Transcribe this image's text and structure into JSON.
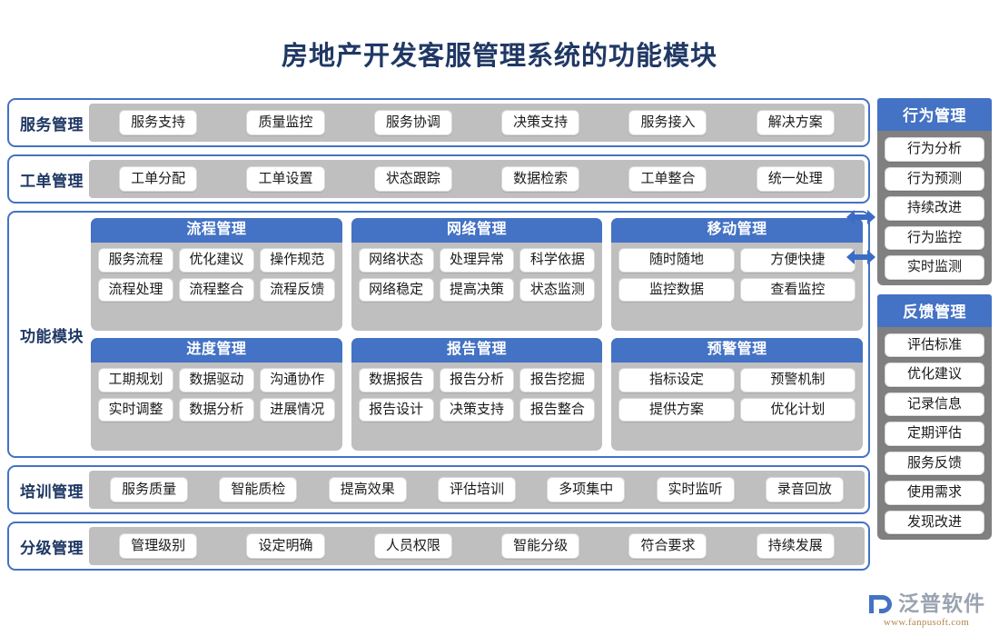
{
  "title": "房地产开发客服管理系统的功能模块",
  "colors": {
    "title": "#203864",
    "accent_blue": "#4472C4",
    "band_gray": "#BFBFBF",
    "panel_gray": "#808080"
  },
  "rows_top": [
    {
      "label": "服务管理",
      "items": [
        "服务支持",
        "质量监控",
        "服务协调",
        "决策支持",
        "服务接入",
        "解决方案"
      ]
    },
    {
      "label": "工单管理",
      "items": [
        "工单分配",
        "工单设置",
        "状态跟踪",
        "数据检索",
        "工单整合",
        "统一处理"
      ]
    }
  ],
  "function_panel": {
    "label": "功能模块",
    "cards": [
      {
        "head": "流程管理",
        "row1": [
          "服务流程",
          "优化建议",
          "操作规范"
        ],
        "row2": [
          "流程处理",
          "流程整合",
          "流程反馈"
        ]
      },
      {
        "head": "网络管理",
        "row1": [
          "网络状态",
          "处理异常",
          "科学依据"
        ],
        "row2": [
          "网络稳定",
          "提高决策",
          "状态监测"
        ]
      },
      {
        "head": "移动管理",
        "row1": [
          "随时随地",
          "方便快捷"
        ],
        "row2": [
          "监控数据",
          "查看监控"
        ]
      },
      {
        "head": "进度管理",
        "row1": [
          "工期规划",
          "数据驱动",
          "沟通协作"
        ],
        "row2": [
          "实时调整",
          "数据分析",
          "进展情况"
        ]
      },
      {
        "head": "报告管理",
        "row1": [
          "数据报告",
          "报告分析",
          "报告挖掘"
        ],
        "row2": [
          "报告设计",
          "决策支持",
          "报告整合"
        ]
      },
      {
        "head": "预警管理",
        "row1": [
          "指标设定",
          "预警机制"
        ],
        "row2": [
          "提供方案",
          "优化计划"
        ]
      }
    ]
  },
  "rows_bottom": [
    {
      "label": "培训管理",
      "items": [
        "服务质量",
        "智能质检",
        "提高效果",
        "评估培训",
        "多项集中",
        "实时监听",
        "录音回放"
      ]
    },
    {
      "label": "分级管理",
      "items": [
        "管理级别",
        "设定明确",
        "人员权限",
        "智能分级",
        "符合要求",
        "持续发展"
      ]
    }
  ],
  "side_panels": [
    {
      "head": "行为管理",
      "items": [
        "行为分析",
        "行为预测",
        "持续改进",
        "行为监控",
        "实时监测"
      ]
    },
    {
      "head": "反馈管理",
      "items": [
        "评估标准",
        "优化建议",
        "记录信息",
        "定期评估",
        "服务反馈",
        "使用需求",
        "发现改进"
      ]
    }
  ],
  "logo": {
    "name": "泛普软件",
    "url": "www.fanpusoft.com"
  }
}
